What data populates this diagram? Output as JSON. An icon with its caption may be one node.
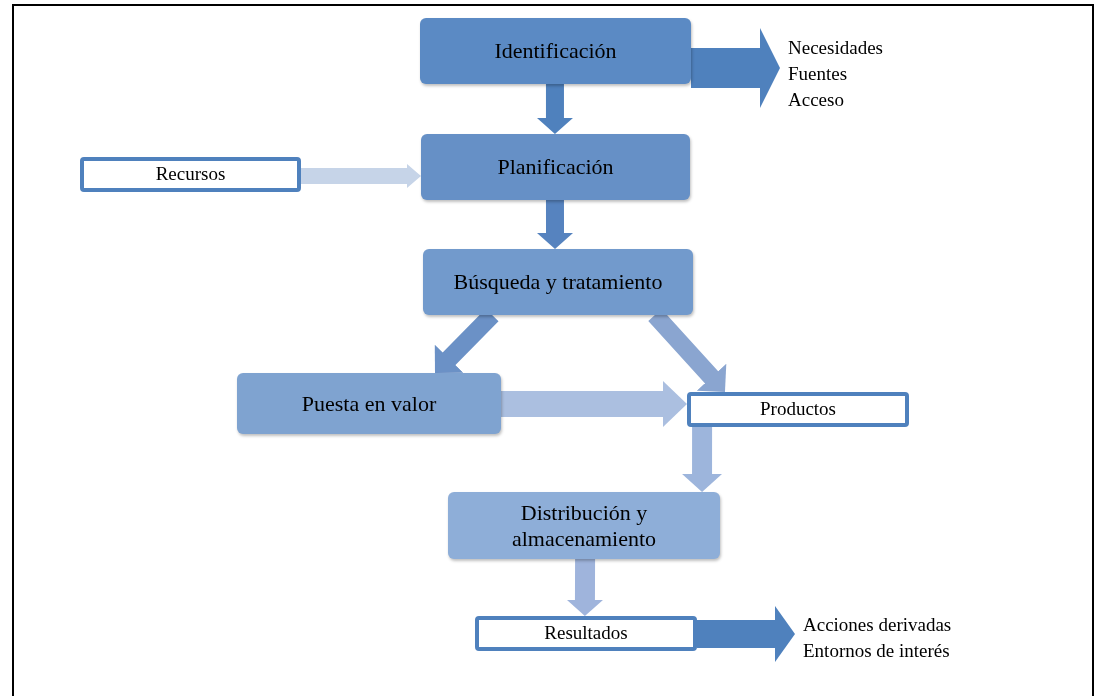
{
  "diagram": {
    "nodes": [
      {
        "text": [
          "Identificación"
        ]
      },
      {
        "text": [
          "Necesidades",
          "Fuentes",
          "Acceso"
        ]
      },
      {
        "text": [
          "Recursos"
        ]
      },
      {
        "text": [
          "Planificación"
        ]
      },
      {
        "text": [
          "Búsqueda y tratamiento"
        ]
      },
      {
        "text": [
          "Puesta en valor"
        ]
      },
      {
        "text": [
          "Productos"
        ]
      },
      {
        "text": [
          "Distribución y almacenamiento"
        ]
      },
      {
        "text": [
          "Resultados"
        ]
      },
      {
        "text": [
          "Acciones derivadas",
          "Entornos de interés"
        ]
      }
    ],
    "edges": [
      {
        "from": 0,
        "to": 1,
        "arrow": "to",
        "color": "#4f81bd"
      },
      {
        "from": 0,
        "to": 3,
        "arrow": "to",
        "color": "#4f81bd"
      },
      {
        "from": 2,
        "to": 3,
        "arrow": "to",
        "color": "#c6d4e8"
      },
      {
        "from": 3,
        "to": 4,
        "arrow": "to",
        "color": "#5683bf"
      },
      {
        "from": 4,
        "to": 5,
        "arrow": "to",
        "color": "#6b91c6"
      },
      {
        "from": 4,
        "to": 6,
        "arrow": "to",
        "color": "#8aa5d0"
      },
      {
        "from": 5,
        "to": 6,
        "arrow": "to",
        "color": "#abbfe0"
      },
      {
        "from": 6,
        "to": 7,
        "arrow": "to",
        "color": "#9db5dc"
      },
      {
        "from": 7,
        "to": 8,
        "arrow": "to",
        "color": "#9fb4dc"
      },
      {
        "from": 8,
        "to": 9,
        "arrow": "to",
        "color": "#4f81bd"
      }
    ]
  }
}
